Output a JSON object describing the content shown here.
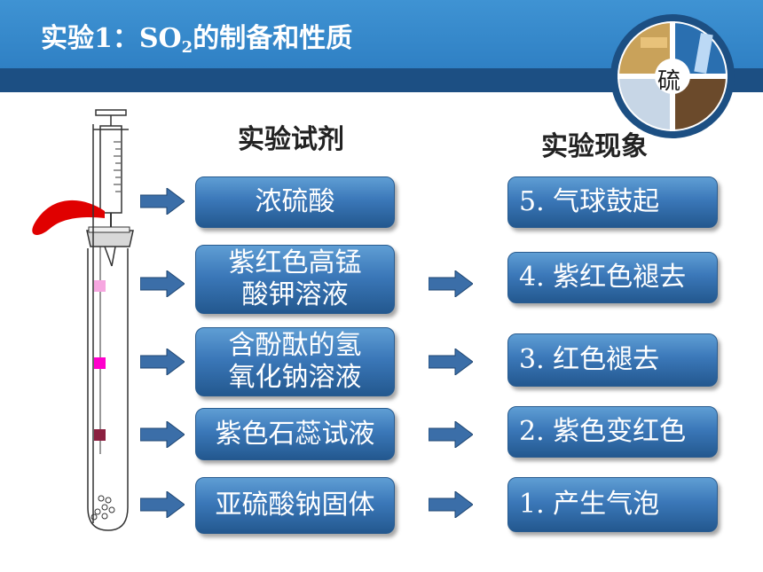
{
  "header": {
    "title_prefix": "实验1：SO",
    "title_sub": "2",
    "title_suffix": "的制备和性质",
    "logo_char": "硫"
  },
  "columns": {
    "reagents": "实验试剂",
    "phenomena": "实验现象"
  },
  "reagents": [
    {
      "line1": "浓硫酸",
      "line2": ""
    },
    {
      "line1": "紫红色高锰",
      "line2": "酸钾溶液"
    },
    {
      "line1": "含酚酞的氢",
      "line2": "氧化钠溶液"
    },
    {
      "line1": "紫色石蕊试液",
      "line2": ""
    },
    {
      "line1": "亚硫酸钠固体",
      "line2": ""
    }
  ],
  "phenomena": [
    "5. 气球鼓起",
    "4. 紫红色褪去",
    "3. 红色褪去",
    "2. 紫色变红色",
    "1. 产生气泡"
  ],
  "colors": {
    "header_bar": "#3f93d3",
    "header_stripe": "#1c4f83",
    "button": "#3b78b9",
    "balloon": "#e00000",
    "strip_pink": "#f6a6e0",
    "strip_magenta": "#ff00cc",
    "strip_maroon": "#8b2040"
  }
}
